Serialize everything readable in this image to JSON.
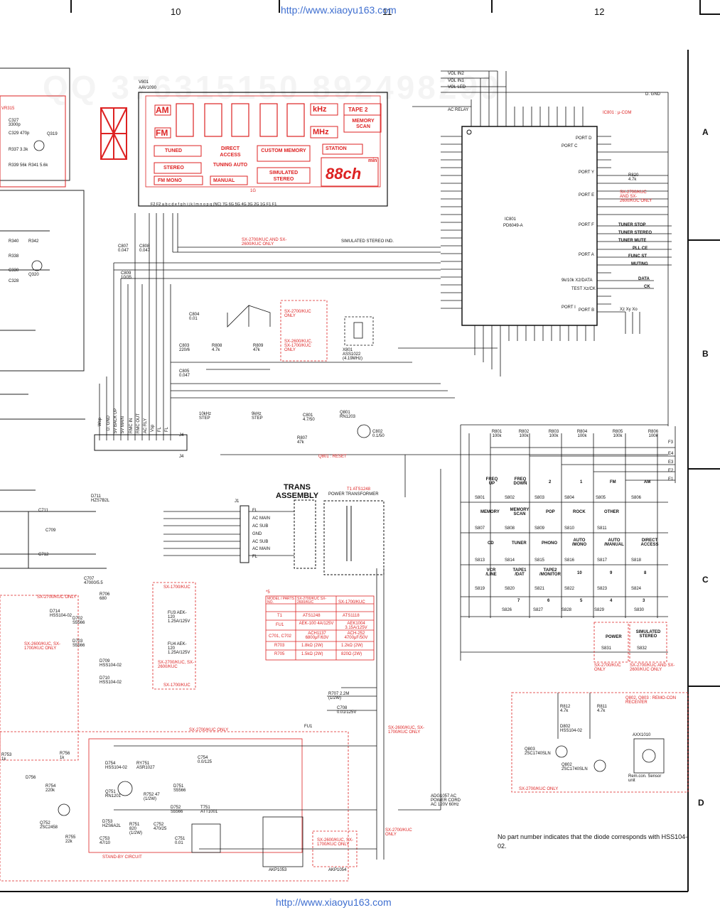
{
  "header": {
    "col10": "10",
    "col11": "11",
    "col12": "12",
    "url_top": "http://www.xiaoyu163.com"
  },
  "footer": {
    "url_bottom": "http://www.xiaoyu163.com"
  },
  "rows": {
    "a": "A",
    "b": "B",
    "c": "C",
    "d": "D"
  },
  "watermark": "QQ 376315150  892498299",
  "display": {
    "ref": "V801",
    "part": "AAV1090",
    "am": "AM",
    "fm": "FM",
    "khz": "kHz",
    "mhz": "MHz",
    "tape": "TAPE 2",
    "memory_scan": "MEMORY SCAN",
    "tuned": "TUNED",
    "direct_access": "DIRECT ACCESS",
    "custom_memory": "CUSTOM MEMORY",
    "station": "STATION",
    "min": "min",
    "stereo": "STEREO",
    "tuning_auto": "TUNING AUTO",
    "simulated_stereo": "SIMULATED STEREO",
    "ch": "88ch",
    "fm_mono": "FM MONO",
    "manual": "MANUAL",
    "grid_1g": "1G",
    "pins": "F2 F2 a b c d e f g h i j k l m n o p q (NC) 7G 6G 5G 4G 3G 2G 1G F1 F1"
  },
  "ic": {
    "ref": "IC801",
    "part": "PD6049-A",
    "title": "IC801 : μ-COM",
    "dgnd": "D. GND",
    "ac_relay": "AC RELAY",
    "port_c": "PORT C",
    "port_d": "PORT D",
    "port_y": "PORT Y",
    "port_e": "PORT E",
    "port_f": "PORT F",
    "port_a": "PORT A",
    "port_b": "PORT B",
    "port_i": "PORT I",
    "vol_in2": "VOL IN2",
    "vol_in1": "VOL IN1",
    "vol_led": "VOL LED",
    "right_signals": [
      "TUNER STOP",
      "TUNER STEREO",
      "TUNER MUTE",
      "PLL CE",
      "FUNC ST",
      "MUTING",
      "DATA",
      "CK"
    ],
    "x_labels": "Xz Xy Xo",
    "test": "TEST  Xz/CK",
    "clk": "9k/10k  X2/DATA"
  },
  "labels": {
    "vr315": "VR315",
    "c327": "C327 3300p",
    "c329": "C329 470p",
    "q319": "Q319",
    "r337": "R337 3.3k",
    "r339": "R339 56k",
    "r341": "R341 5.6k",
    "r340": "R340",
    "r342": "R342",
    "r338": "R338",
    "c330": "C330",
    "c328": "C328",
    "q320": "Q320",
    "c807": "C807 0.047",
    "c808": "C808 0.047",
    "c809": "C809 10/35",
    "c804": "C804 0.01",
    "c803": "C803 220/6",
    "c805": "C805 0.047",
    "r808": "R808 4.7k",
    "r809": "R809 47k",
    "r820": "R820 4.7k",
    "x801": "X801 ASS1022 (4.19MHz)",
    "q801": "Q801 RN1203",
    "c801": "C801 4.7/50",
    "c802": "C802 0.1/50",
    "r807": "R807 47k",
    "q801_reset": "Q801 : RESET",
    "step10": "10kHz STEP",
    "step9": "9kHz STEP",
    "sim_ind": "SIMULATED STEREO IND.",
    "note_sx2700_a": "SX-2700/KUC AND SX-2600/KUC ONLY",
    "note_sx2700_b": "SX-2700/KUC ONLY",
    "note_sx2600_1700": "SX-2600/KUC, SX-1700/KUC ONLY",
    "note_r820": "SX-2700/KUC AND SX-2600/KUC ONLY",
    "j4": "J4",
    "j1": "J1",
    "j4_pins": [
      "Wsp",
      "D. GND",
      "5V BACK UP",
      "5V MAIN",
      "AC RLY",
      "RMC IN",
      "RMC OUT",
      "FL",
      "FL",
      "Vsp"
    ],
    "trans": "TRANS ASSEMBLY",
    "power_transformer": "POWER TRANSFORMER",
    "t1": "T1  ATS1248",
    "j1_pins": [
      "FL",
      "AC MAIN",
      "AC SUB",
      "GND",
      "AC SUB",
      "AC MAIN",
      "FL"
    ],
    "d711": "D711 HZS7B2L",
    "c711": "C711",
    "c709": "C709",
    "c712": "C712",
    "c707": "C707 47000/5.5",
    "r706": "R706 680",
    "d714": "D714 HSS104-02",
    "d702": "D702 S5566",
    "d703": "D703 S5566",
    "d709": "D709 HSS104-02",
    "d710": "D710 HSS104-02",
    "fu3": "FU3 AEK-120 1.25A/125V",
    "fu4": "FU4 AEK-120 1.25A/125V",
    "sx1700": "SX-1700/KUC",
    "sx2700_2600": "SX-2700/KUC, SX-2600/KUC",
    "r707": "R707 2.2M (1/2W)",
    "c708": "C708 0.01/125V",
    "fu1": "FU1",
    "r753": "R753 1k",
    "r756": "R756 1k",
    "d756": "D756",
    "r754": "R754 220k",
    "q752": "Q752 2SC2458",
    "r755": "R755 22k",
    "d754": "D754 HSS104-02",
    "ry751": "RY751 ASR1027",
    "q751": "Q751 RN1201",
    "r752": "R752 47 (1/2W)",
    "c754": "C754 0.0/125",
    "d751": "D751 S5566",
    "d752": "D752 S5566",
    "t751": "T751 ATT1001",
    "d753": "D753 HZS6A2L",
    "r751": "R751 820 (1/2W)",
    "c752": "C752 470/25",
    "c753": "C753 47/10",
    "c751": "C751 0.01",
    "standby": "STAND-BY CIRCUIT",
    "akp1053": "AKP1053",
    "akp1054": "AKP1054",
    "adg1057": "ADG1057 AC POWER CORD AC 120V 60Hz",
    "q802": "Q802, Q803 : REMO-CON RECEIVER",
    "r812": "R812 4.7k",
    "r811": "R811 4.7k",
    "d802": "D802 HSS104-02",
    "q803": "Q803 2SC1740SLN",
    "q802b": "Q802 2SC1740SLN",
    "axx1010": "AXX1010",
    "remcon": "Rem.con. Sensor unit"
  },
  "fuse_table": {
    "note": "*5",
    "header": [
      "MODEL / PARTS NO.",
      "SX-2700/KUC SX-2600/KUC",
      "SX-1700/KUC"
    ],
    "rows": [
      [
        "T1",
        "ATS1248",
        "ATS1118"
      ],
      [
        "FU1",
        "AEK-100 4A/125V",
        "AEK1004 3.15A/125V"
      ],
      [
        "C701, C702",
        "ACH1137 6800μF/63V",
        "ACH-252 4700μF/50V"
      ],
      [
        "R703",
        "1.8kΩ (2W)",
        "1.2kΩ (2W)"
      ],
      [
        "R705",
        "1.5kΩ (2W)",
        "820Ω (2W)"
      ]
    ]
  },
  "keymatrix": {
    "resistors": [
      "R801 100k",
      "R802 100k",
      "R803 100k",
      "R804 100k",
      "R805 100k",
      "R806 100k"
    ],
    "rows": [
      [
        [
          "FREQ UP",
          "S801"
        ],
        [
          "FREQ DOWN",
          "S802"
        ],
        [
          "2",
          "S803"
        ],
        [
          "1",
          "S804"
        ],
        [
          "FM",
          "S805"
        ],
        [
          "AM",
          "S806"
        ]
      ],
      [
        [
          "MEMORY",
          "S807"
        ],
        [
          "MEMORY SCAN",
          "S808"
        ],
        [
          "POP",
          "S809"
        ],
        [
          "ROCK",
          "S810"
        ],
        [
          "OTHER",
          "S811"
        ],
        [
          "",
          ""
        ]
      ],
      [
        [
          "CD",
          "S813"
        ],
        [
          "TUNER",
          "S814"
        ],
        [
          "PHONO",
          "S815"
        ],
        [
          "AUTO /MONO",
          "S816"
        ],
        [
          "AUTO /MANUAL",
          "S817"
        ],
        [
          "DIRECT ACCESS",
          "S818"
        ]
      ],
      [
        [
          "VCR /LINE",
          "S819"
        ],
        [
          "TAPE1 /DAT",
          "S820"
        ],
        [
          "TAPE2 /MONITOR",
          "S821"
        ],
        [
          "10",
          "S822"
        ],
        [
          "9",
          "S823"
        ],
        [
          "8",
          "S824"
        ]
      ],
      [
        [
          "7",
          "S826"
        ],
        [
          "6",
          "S827"
        ],
        [
          "5",
          "S828"
        ],
        [
          "4",
          "S829"
        ],
        [
          "3",
          "S830"
        ],
        [
          "",
          ""
        ]
      ]
    ],
    "power": "POWER",
    "power_sw": "S831",
    "sim": "SIMULATED STEREO",
    "sim_sw": "S832",
    "note_left": "SX-2700/KUC ONLY",
    "note_right": "SX-2700/KUC AND SX-2600/KUC ONLY",
    "e_lines": [
      "F3",
      "E4",
      "E3",
      "E2",
      "E1"
    ]
  },
  "footnote": "No part number indicates that the diode corresponds with HSS104-02."
}
